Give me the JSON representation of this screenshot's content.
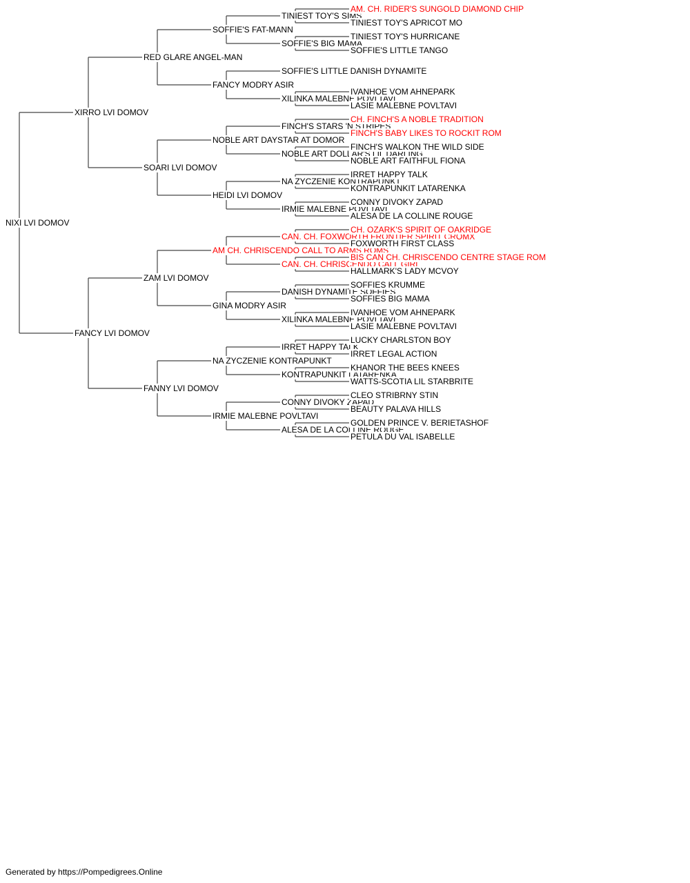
{
  "pedigree": {
    "name": "NIXI LVI DOMOV",
    "sire": {
      "name": "XIRRO LVI DOMOV",
      "sire": {
        "name": "RED GLARE ANGEL-MAN",
        "sire": {
          "name": "SOFFIE'S FAT-MANN",
          "sire": {
            "name": "TINIEST TOY'S SIMS",
            "sire": {
              "name": "AM. CH. RIDER'S SUNGOLD DIAMOND CHIP",
              "highlight": true
            },
            "dam": {
              "name": "TINIEST TOY'S APRICOT MO"
            }
          },
          "dam": {
            "name": "SOFFIE'S BIG MAMA",
            "sire": {
              "name": "TINIEST TOY'S HURRICANE"
            },
            "dam": {
              "name": "SOFFIE'S LITTLE TANGO"
            }
          }
        },
        "dam": {
          "name": "FANCY MODRY ASIR",
          "sire": {
            "name": "SOFFIE'S LITTLE DANISH DYNAMITE"
          },
          "dam": {
            "name": "XILINKA MALEBNE POVLTAVI",
            "sire": {
              "name": "IVANHOE VOM AHNEPARK"
            },
            "dam": {
              "name": "LASIE MALEBNE POVLTAVI"
            }
          }
        }
      },
      "dam": {
        "name": "SOARI LVI DOMOV",
        "sire": {
          "name": "NOBLE ART DAYSTAR AT DOMOR",
          "sire": {
            "name": "FINCH'S STARS 'N STRIPES",
            "sire": {
              "name": "CH. FINCH'S A NOBLE TRADITION",
              "highlight": true
            },
            "dam": {
              "name": "FINCH'S BABY LIKES TO ROCKIT ROM",
              "highlight": true
            }
          },
          "dam": {
            "name": "NOBLE ART DOLLAR'S LIL DARLING",
            "sire": {
              "name": "FINCH'S WALKON THE WILD SIDE"
            },
            "dam": {
              "name": "NOBLE ART FAITHFUL FIONA"
            }
          }
        },
        "dam": {
          "name": "HEIDI LVI DOMOV",
          "sire": {
            "name": "NA ZYCZENIE KONTRAPUNKT",
            "sire": {
              "name": "IRRET HAPPY TALK"
            },
            "dam": {
              "name": "KONTRAPUNKIT LATARENKA"
            }
          },
          "dam": {
            "name": "IRMIE MALEBNE POVLTAVI",
            "sire": {
              "name": "CONNY DIVOKY ZAPAD"
            },
            "dam": {
              "name": "ALESA DE LA COLLINE ROUGE"
            }
          }
        }
      }
    },
    "dam": {
      "name": "FANCY LVI DOMOV",
      "sire": {
        "name": "ZAM LVI DOMOV",
        "sire": {
          "name": "AM CH. CHRISCENDO CALL TO ARMS ROMS",
          "highlight": true,
          "sire": {
            "name": "CAN. CH. FOXWORTH FRONTIER SPIRIT CROMX",
            "highlight": true,
            "sire": {
              "name": "CH. OZARK'S SPIRIT OF OAKRIDGE",
              "highlight": true
            },
            "dam": {
              "name": "FOXWORTH FIRST CLASS"
            }
          },
          "dam": {
            "name": "CAN. CH. CHRISCENDO CALL GIRL",
            "highlight": true,
            "sire": {
              "name": "BIS CAN CH. CHRISCENDO CENTRE STAGE ROM",
              "highlight": true
            },
            "dam": {
              "name": "HALLMARK'S LADY MCVOY"
            }
          }
        },
        "dam": {
          "name": "GINA MODRY ASIR",
          "sire": {
            "name": "DANISH DYNAMITE SOFFIES",
            "sire": {
              "name": "SOFFIES KRUMME"
            },
            "dam": {
              "name": "SOFFIES BIG MAMA"
            }
          },
          "dam": {
            "name": "XILINKA MALEBNE POVLTAVI",
            "sire": {
              "name": "IVANHOE VOM AHNEPARK"
            },
            "dam": {
              "name": "LASIE MALEBNE POVLTAVI"
            }
          }
        }
      },
      "dam": {
        "name": "FANNY LVI DOMOV",
        "sire": {
          "name": "NA ZYCZENIE KONTRAPUNKT",
          "sire": {
            "name": "IRRET HAPPY TALK",
            "sire": {
              "name": "LUCKY CHARLSTON BOY"
            },
            "dam": {
              "name": "IRRET LEGAL ACTION"
            }
          },
          "dam": {
            "name": "KONTRAPUNKIT LATARENKA",
            "sire": {
              "name": "KHANOR THE BEES KNEES"
            },
            "dam": {
              "name": "WATTS-SCOTIA LIL STARBRITE"
            }
          }
        },
        "dam": {
          "name": "IRMIE MALEBNE POVLTAVI",
          "sire": {
            "name": "CONNY DIVOKY ZAPAD",
            "sire": {
              "name": "CLEO STRIBRNY STIN"
            },
            "dam": {
              "name": "BEAUTY PALAVA HILLS"
            }
          },
          "dam": {
            "name": "ALESA DE LA COLLINE ROUGE",
            "sire": {
              "name": "GOLDEN PRINCE V. BERIETASHOF"
            },
            "dam": {
              "name": "PETULA DU VAL ISABELLE"
            }
          }
        }
      }
    }
  },
  "colors": {
    "highlight": "#ff0000",
    "text": "#000000",
    "connector": "#444444"
  },
  "footer": "Generated by https://Pompedigrees.Online"
}
